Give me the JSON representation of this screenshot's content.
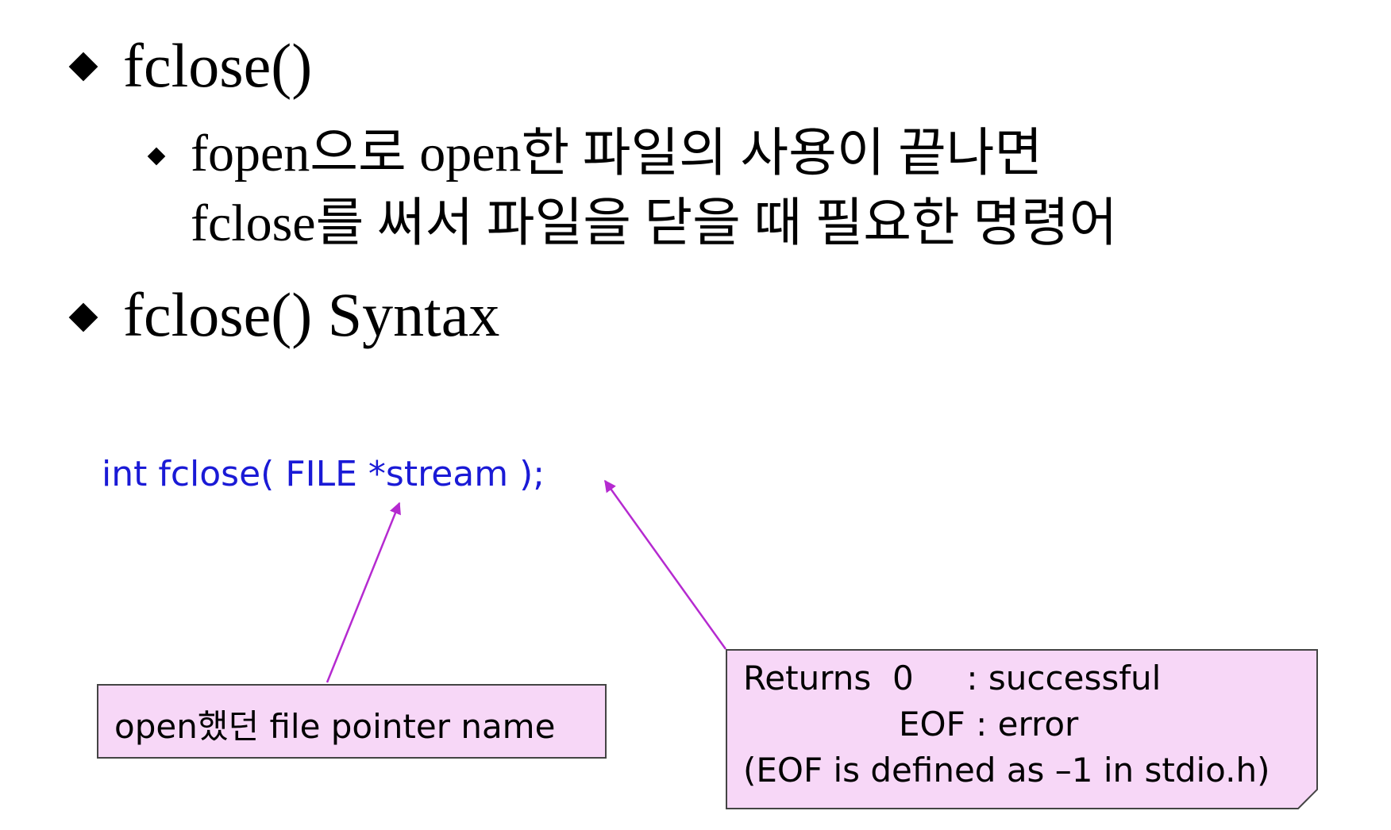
{
  "bullets": {
    "title1": "fclose()",
    "sub1_line1": "fopen으로 open한 파일의 사용이 끝나면",
    "sub1_line2": "fclose를 써서 파일을 닫을 때 필요한 명령어",
    "title2": "fclose() Syntax"
  },
  "code": {
    "signature": "int fclose( FILE *stream );"
  },
  "callouts": {
    "pointer_note": "open했던 file pointer name",
    "returns_line1": "Returns  0     : successful",
    "returns_line2": "EOF : error",
    "returns_line3": "(EOF is defined as –1 in stdio.h)"
  },
  "colors": {
    "code_text": "#1a1ad6",
    "callout_fill": "#f7d7f7",
    "arrow": "#b52ad0"
  }
}
